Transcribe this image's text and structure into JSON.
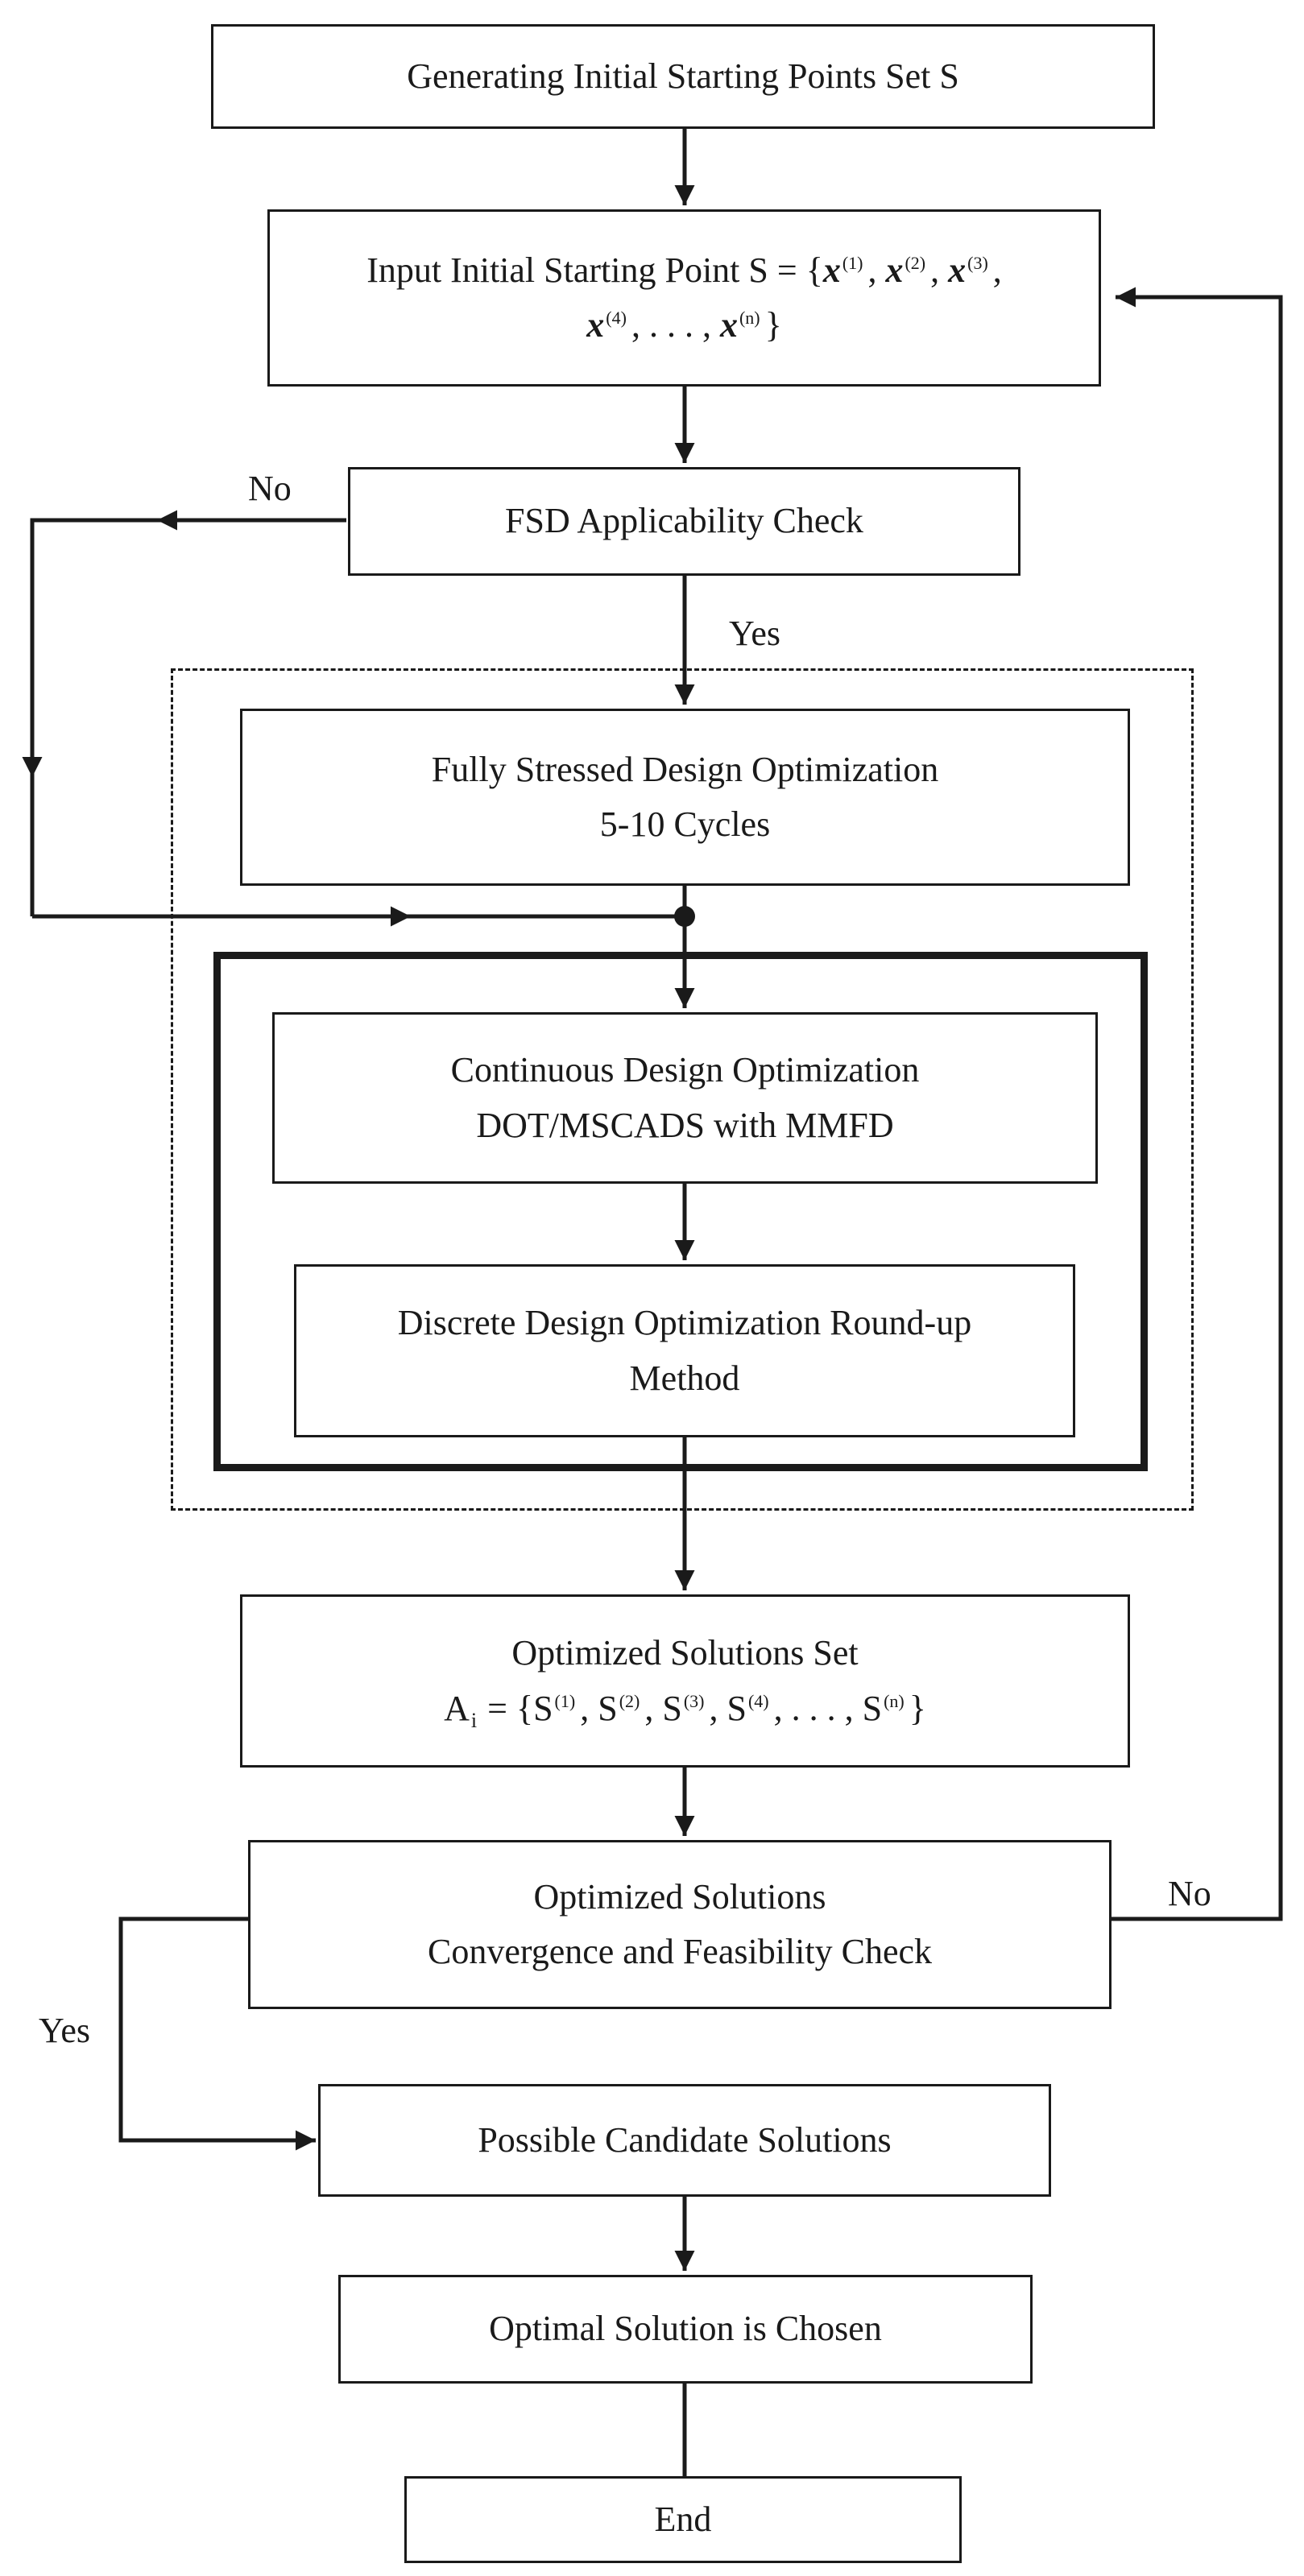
{
  "diagram": {
    "nodes": {
      "generate": {
        "line1": "Generating Initial Starting Points Set S"
      },
      "input": {
        "line1_prefix": "Input Initial Starting Point S = {",
        "var": "x",
        "sup1": "(1)",
        "sup2": "(2)",
        "sup3": "(3)",
        "sup4": "(4)",
        "supn": "(n)",
        "comma": ",",
        "ellipsis": ", . . . ,",
        "close": "}"
      },
      "fsd_check": {
        "line1": "FSD Applicability Check"
      },
      "fsd_opt": {
        "line1": "Fully Stressed Design Optimization",
        "line2": "5-10 Cycles"
      },
      "continuous": {
        "line1": "Continuous Design Optimization",
        "line2": "DOT/MSCADS with MMFD"
      },
      "discrete": {
        "line1": "Discrete Design Optimization Round-up",
        "line2": "Method"
      },
      "solutions_set": {
        "line1": "Optimized Solutions Set",
        "a_prefix": "A",
        "a_sub": "i",
        "eq_open": " = {",
        "s_letter": "S",
        "sup1": "(1)",
        "sup2": "(2)",
        "sup3": "(3)",
        "sup4": "(4)",
        "supn": "(n)",
        "comma": ",",
        "ellipsis": ", . . . ,",
        "close": "}"
      },
      "conv_check": {
        "line1": "Optimized Solutions",
        "line2": "Convergence and Feasibility Check"
      },
      "candidates": {
        "line1": "Possible Candidate Solutions"
      },
      "optimal": {
        "line1": "Optimal Solution is Chosen"
      },
      "end": {
        "line1": "End"
      }
    },
    "edge_labels": {
      "fsd_no": "No",
      "fsd_yes": "Yes",
      "conv_no": "No",
      "conv_yes": "Yes"
    }
  }
}
